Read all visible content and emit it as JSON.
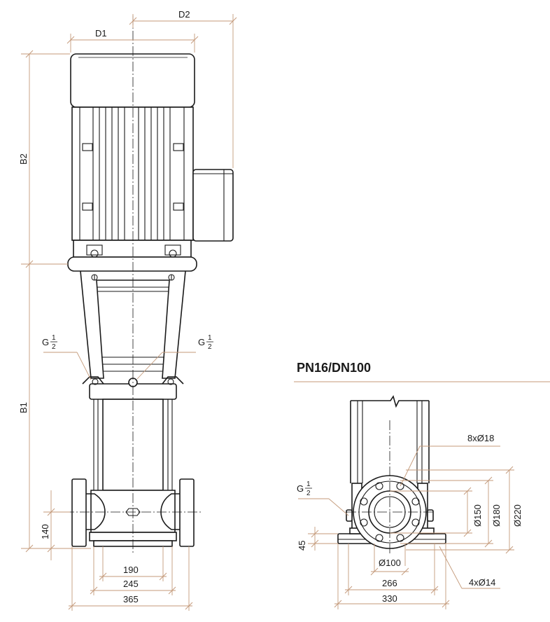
{
  "title": "PN16/DN100",
  "front_view": {
    "dim_d1": "D1",
    "dim_d2": "D2",
    "dim_b1": "B1",
    "dim_b2": "B2",
    "dim_140": "140",
    "dim_190": "190",
    "dim_245": "245",
    "dim_365": "365",
    "port_left": {
      "g": "G",
      "num": "1",
      "den": "2"
    },
    "port_right": {
      "g": "G",
      "num": "1",
      "den": "2"
    }
  },
  "flange_view": {
    "holes_flange": "8xØ18",
    "holes_base": "4xØ14",
    "dia_150": "Ø150",
    "dia_180": "Ø180",
    "dia_220": "Ø220",
    "dia_100": "Ø100",
    "dim_45": "45",
    "dim_266": "266",
    "dim_330": "330",
    "port": {
      "g": "G",
      "num": "1",
      "den": "2"
    }
  },
  "colors": {
    "dimension_line": "#c49a7a",
    "outline": "#1a1a1a"
  }
}
